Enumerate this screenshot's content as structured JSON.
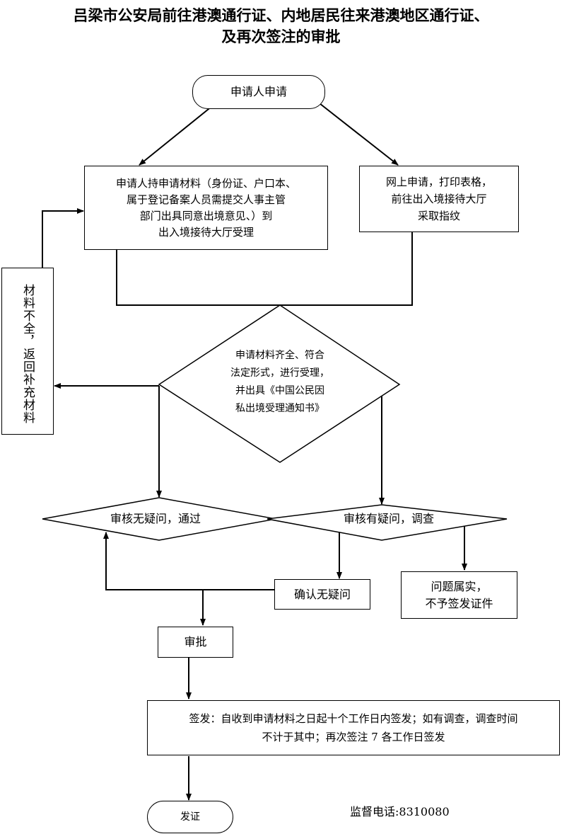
{
  "title": {
    "line1": "吕梁市公安局前往港澳通行证、内地居民往来港澳地区通行证、",
    "line2": "及再次签注的审批"
  },
  "nodes": {
    "start": "申请人申请",
    "offline": "申请人持申请材料（身份证、户口本、\n属于登记备案人员需提交人事主管\n部门出具同意出境意见、）到\n出入境接待大厅受理",
    "online": "网上申请，打印表格，\n前往出入境接待大厅\n采取指纹",
    "decision_accept": "申请材料齐全、符合\n法定形式，进行受理，\n并出具《中国公民因\n私出境受理通知书》",
    "incomplete": "材料不全，返回补充材料",
    "review_pass": "审核无疑问，通过",
    "review_question": "审核有疑问，调查",
    "confirm_no_doubt": "确认无疑问",
    "problem_true": "问题属实，\n不予签发证件",
    "approve": "审批",
    "issue_rule": "签发：自收到申请材料之日起十个工作日内签发；如有调查，调查时间\n不计于其中；再次签注 7 各工作日签发",
    "issue_cert": "发证"
  },
  "contact": "监督电话:8310080"
}
